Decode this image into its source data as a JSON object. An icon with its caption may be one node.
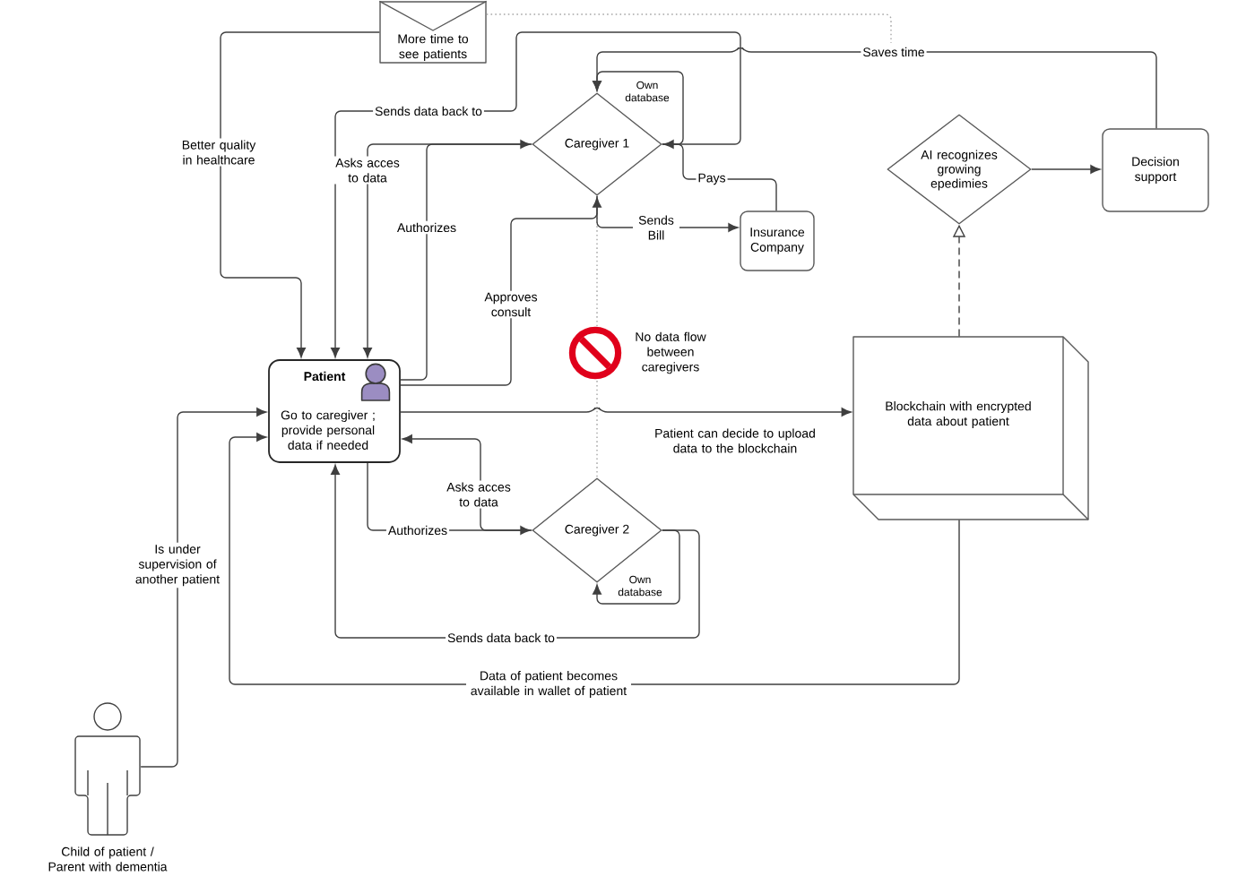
{
  "diagram": {
    "nodes": [
      {
        "text": [
          "More time to see patients"
        ]
      },
      {
        "text": [
          "Caregiver 1"
        ]
      },
      {
        "text": [
          "Insurance Company"
        ]
      },
      {
        "text": [
          "AI recognizes growing epedimies"
        ]
      },
      {
        "text": [
          "Decision support"
        ]
      },
      {
        "text": [
          "Patient",
          "Go to caregiver ; provide personal data if needed"
        ]
      },
      {
        "text": [
          "Blockchain with encrypted data about patient"
        ]
      },
      {
        "text": [
          "Caregiver 2"
        ]
      },
      {
        "text": [
          "Child of patient / Parent with dementia"
        ]
      }
    ],
    "edges": [
      {
        "from": 0,
        "to": 5,
        "arrow": "to",
        "label": "Better quality in healthcare"
      },
      {
        "from": 1,
        "to": 5,
        "arrow": "to",
        "label": "Sends data back to"
      },
      {
        "from": 1,
        "to": 5,
        "arrow": "to",
        "label": "Asks acces to data"
      },
      {
        "from": 5,
        "to": 1,
        "arrow": "to",
        "label": "Authorizes"
      },
      {
        "from": 5,
        "to": 1,
        "arrow": "to",
        "label": "Approves consult"
      },
      {
        "from": 1,
        "to": 1,
        "arrow": "to",
        "label": "Own database"
      },
      {
        "from": 1,
        "to": 2,
        "arrow": "to",
        "label": "Sends Bill"
      },
      {
        "from": 2,
        "to": 1,
        "arrow": "to",
        "label": "Pays"
      },
      {
        "from": 4,
        "to": 1,
        "arrow": "to",
        "label": "Saves time"
      },
      {
        "from": 3,
        "to": 4,
        "arrow": "to"
      },
      {
        "from": 6,
        "to": 3,
        "arrow": "to",
        "style": "dashed"
      },
      {
        "from": 5,
        "to": 6,
        "arrow": "to",
        "label": "Patient can decide to upload data to the blockchain"
      },
      {
        "from": 6,
        "to": 5,
        "arrow": "to",
        "label": "Data of patient becomes available in wallet of patient"
      },
      {
        "from": 8,
        "to": 5,
        "arrow": "to",
        "label": "Is under supervision of another patient"
      },
      {
        "from": 7,
        "to": 5,
        "arrow": "to",
        "label": "Asks acces to data"
      },
      {
        "from": 5,
        "to": 7,
        "arrow": "to",
        "label": "Authorizes"
      },
      {
        "from": 7,
        "to": 7,
        "arrow": "to",
        "label": "Own database"
      },
      {
        "from": 7,
        "to": 5,
        "arrow": "to",
        "label": "Sends data back to"
      },
      {
        "from": 1,
        "to": 7,
        "arrow": "none",
        "style": "dashed",
        "color": "#a6a6a6",
        "label": "No data flow between caregivers"
      },
      {
        "from": 0,
        "to": null,
        "arrow": "none",
        "style": "dashed",
        "color": "#a6a6a6"
      }
    ]
  }
}
